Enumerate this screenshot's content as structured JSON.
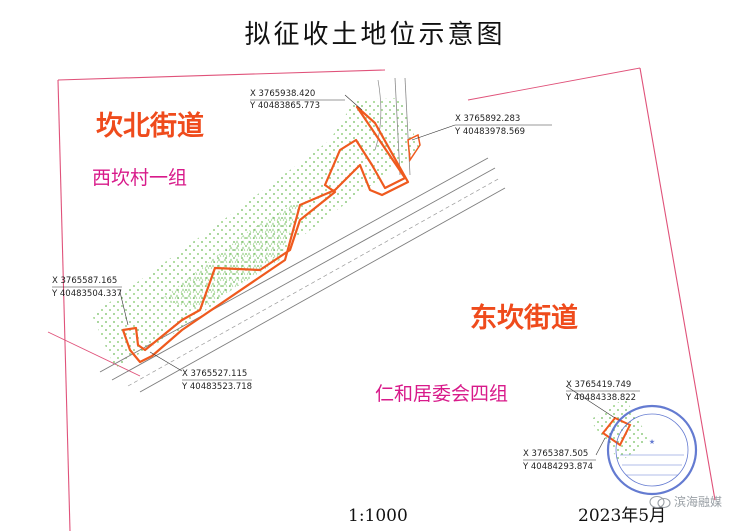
{
  "title": "拟征收土地位示意图",
  "labels": {
    "kanbei_street": "坎北街道",
    "xikan_village": "西坎村一组",
    "dongkan_street": "东坎街道",
    "renhe_committee": "仁和居委会四组"
  },
  "coordinates": [
    {
      "x": "X  3765938.420",
      "y": "Y  40483865.773"
    },
    {
      "x": "X  3765892.283",
      "y": "Y  40483978.569"
    },
    {
      "x": "X  3765587.165",
      "y": "Y  40483504.337"
    },
    {
      "x": "X  3765527.115",
      "y": "Y  40483523.718"
    },
    {
      "x": "X  3765419.749",
      "y": "Y  40484338.822"
    },
    {
      "x": "X  3765387.505",
      "y": "Y  40484293.874"
    }
  ],
  "footer": {
    "scale": "1:1000",
    "date": "2023年5月"
  },
  "watermark": "滨海融媒",
  "colors": {
    "boundary": "#ef5a1e",
    "label_orange": "#ef4b1c",
    "label_magenta": "#d81a8a",
    "frame": "#e0527a",
    "vegetation": "#5fb34a",
    "road": "#7d7d7d",
    "stamp": "#4a64c9"
  }
}
